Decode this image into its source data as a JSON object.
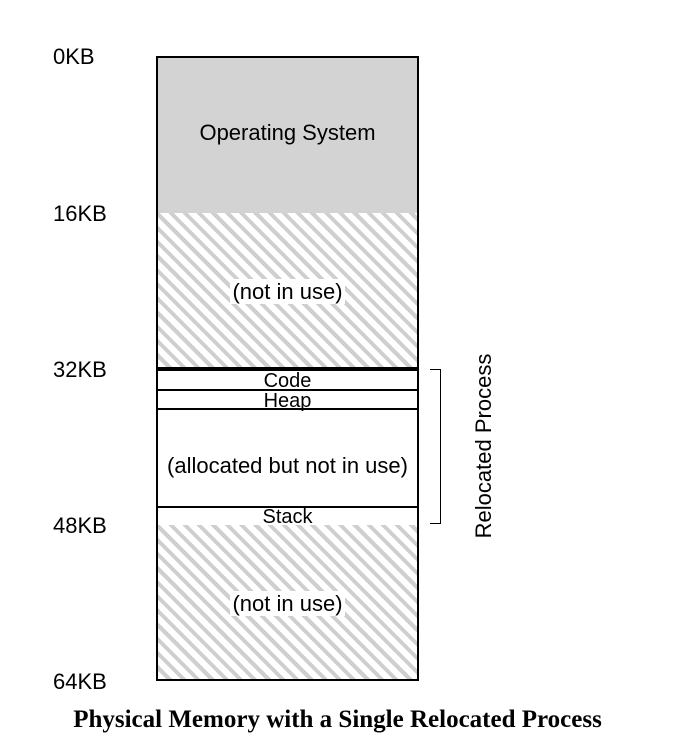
{
  "addresses": [
    "0KB",
    "16KB",
    "32KB",
    "48KB",
    "64KB"
  ],
  "segments": {
    "os": "Operating System",
    "free_upper": "(not in use)",
    "free_lower": "(not in use)",
    "code": "Code",
    "heap": "Heap",
    "allocated": "(allocated but not in use)",
    "stack": "Stack"
  },
  "bracket_label": "Relocated Process",
  "caption": "Physical Memory with a Single Relocated Process",
  "colors": {
    "os_fill": "#d3d3d3",
    "hatch": "#cfcfcf",
    "outline": "#000000"
  }
}
